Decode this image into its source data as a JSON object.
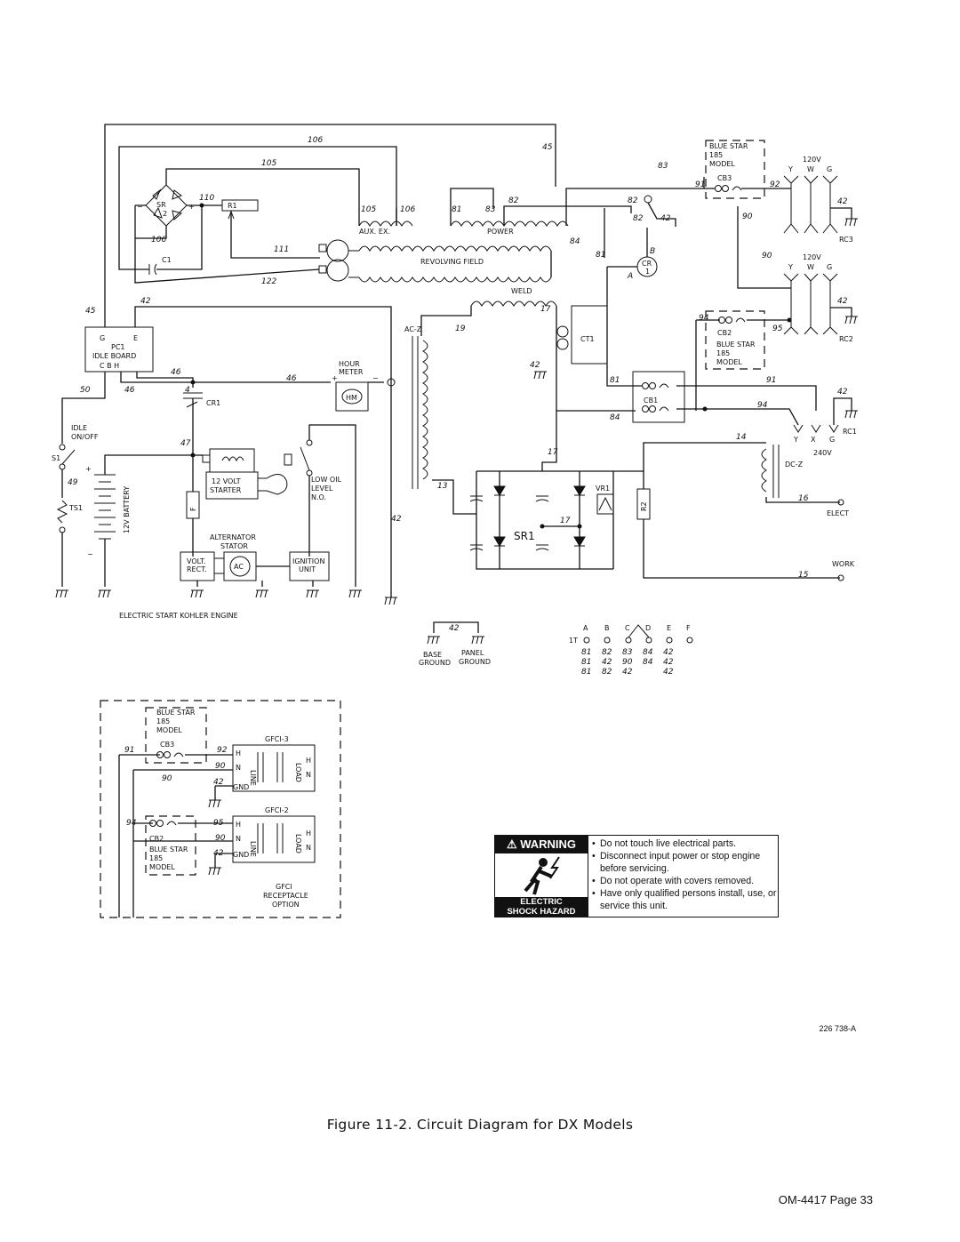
{
  "wire_numbers": {
    "w106a": "106",
    "w105a": "105",
    "w45a": "45",
    "w83a": "83",
    "w110": "110",
    "w105b": "105",
    "w106b": "106",
    "w81a": "81",
    "w83b": "83",
    "w82a": "82",
    "w82b": "82",
    "w82c": "82",
    "w42a": "42",
    "w91a": "91",
    "w92a": "92",
    "w90a": "90",
    "w42b": "42",
    "w106c": "106",
    "w111": "111",
    "w84": "84",
    "w81b": "81",
    "w90b": "90",
    "w122": "122",
    "w42c": "42",
    "w45b": "45",
    "w17a": "17",
    "w19": "19",
    "w94a": "94",
    "w95a": "95",
    "w42d": "42",
    "w42e": "42",
    "w46a": "46",
    "w46b": "46",
    "w50": "50",
    "w46c": "46",
    "w4": "4",
    "w81c": "81",
    "w91b": "91",
    "w84b": "84",
    "w94b": "94",
    "w42f": "42",
    "w47": "47",
    "w49": "49",
    "w14": "14",
    "w17b": "17",
    "w13": "13",
    "w16": "16",
    "w17c": "17",
    "w42g": "42",
    "w15": "15",
    "w42h": "42",
    "w91c": "91",
    "w92b": "92",
    "w90c": "90",
    "w42i": "42",
    "w90d": "90",
    "w94c": "94",
    "w95b": "95",
    "w42j": "42",
    "w90e": "90"
  },
  "labels": {
    "sr2_a": "SR",
    "sr2_b": "2",
    "r1": "R1",
    "c1": "C1",
    "aux_ex": "AUX. EX.",
    "power": "POWER",
    "revolving_field": "REVOLVING FIELD",
    "weld": "WELD",
    "ct1": "CT1",
    "cr1_a": "CR",
    "cr1_b": "1",
    "cr_b": "B",
    "cr_a": "A",
    "ac_z": "AC-Z",
    "cb1": "CB1",
    "cr1": "CR1",
    "pc1_g": "G",
    "pc1_e": "E",
    "pc1_name": "PC1",
    "pc1_board": "IDLE BOARD",
    "pc1_cbh": "C  B  H",
    "hour_meter": "HOUR",
    "hour_meter2": "METER",
    "hm": "HM",
    "plus": "+",
    "minus": "−",
    "idle": "IDLE",
    "onoff": "ON/OFF",
    "s1": "S1",
    "ts1": "TS1",
    "battery": "12V BATTERY",
    "fuse": "F",
    "starter1": "12 VOLT",
    "starter2": "STARTER",
    "low_oil1": "LOW OIL",
    "low_oil2": "LEVEL",
    "low_oil3": "N.O.",
    "alternator1": "ALTERNATOR",
    "alternator2": "STATOR",
    "volt_rect1": "VOLT.",
    "volt_rect2": "RECT.",
    "ac": "AC",
    "ignition1": "IGNITION",
    "ignition2": "UNIT",
    "engine": "ELECTRIC START KOHLER ENGINE",
    "vr1": "VR1",
    "sr1": "SR1",
    "r2": "R2",
    "dc_z": "DC-Z",
    "v240": "240V",
    "elect": "ELECT",
    "work": "WORK",
    "rc1": "RC1",
    "rc1_y": "Y",
    "rc1_x": "X",
    "rc1_g": "G",
    "bs_top1": "BLUE STAR",
    "bs_top2": "185",
    "bs_top3": "MODEL",
    "cb3": "CB3",
    "v120a": "120V",
    "rc3_y": "Y",
    "rc3_w": "W",
    "rc3_g": "G",
    "rc3": "RC3",
    "cb2": "CB2",
    "bs_mid1": "BLUE STAR",
    "bs_mid2": "185",
    "bs_mid3": "MODEL",
    "v120b": "120V",
    "rc2_y": "Y",
    "rc2_w": "W",
    "rc2_g": "G",
    "rc2": "RC2",
    "base1": "BASE",
    "base2": "GROUND",
    "panel1": "PANEL",
    "panel2": "GROUND",
    "tb_a": "A",
    "tb_b": "B",
    "tb_c": "C",
    "tb_d": "D",
    "tb_e": "E",
    "tb_f": "F",
    "tb_1t": "1T",
    "g_bs1": "BLUE STAR",
    "g_bs2": "185",
    "g_bs3": "MODEL",
    "g_cb3": "CB3",
    "gfci3": "GFCI-3",
    "g_h1": "H",
    "g_n1": "N",
    "g_gnd1": "GND",
    "g_line1": "LINE",
    "g_load1": "LOAD",
    "g_h1r": "H",
    "g_n1r": "N",
    "gfci2": "GFCI-2",
    "g_cb2": "CB2",
    "g_bs4": "BLUE STAR",
    "g_bs5": "185",
    "g_bs6": "MODEL",
    "g_h2": "H",
    "g_n2": "N",
    "g_gnd2": "GND",
    "g_line2": "LINE",
    "g_load2": "LOAD",
    "g_h2r": "H",
    "g_n2r": "N",
    "gfci_opt1": "GFCI",
    "gfci_opt2": "RECEPTACLE",
    "gfci_opt3": "OPTION"
  },
  "terminal_table": {
    "rows": [
      [
        "81",
        "82",
        "83",
        "84",
        "42"
      ],
      [
        "81",
        "42",
        "90",
        "84",
        "42"
      ],
      [
        "81",
        "82",
        "42",
        "",
        "42"
      ]
    ]
  },
  "warning": {
    "header": "WARNING",
    "hazard_line1": "ELECTRIC",
    "hazard_line2": "SHOCK HAZARD",
    "items": [
      "Do not touch live electrical parts.",
      "Disconnect input power or stop engine before servicing.",
      "Do not operate with covers removed.",
      "Have only qualified persons install, use, or service this unit."
    ]
  },
  "drawing_number": "226 738-A",
  "caption": "Figure 11-2. Circuit Diagram for DX Models",
  "footer": "OM-4417 Page 33"
}
